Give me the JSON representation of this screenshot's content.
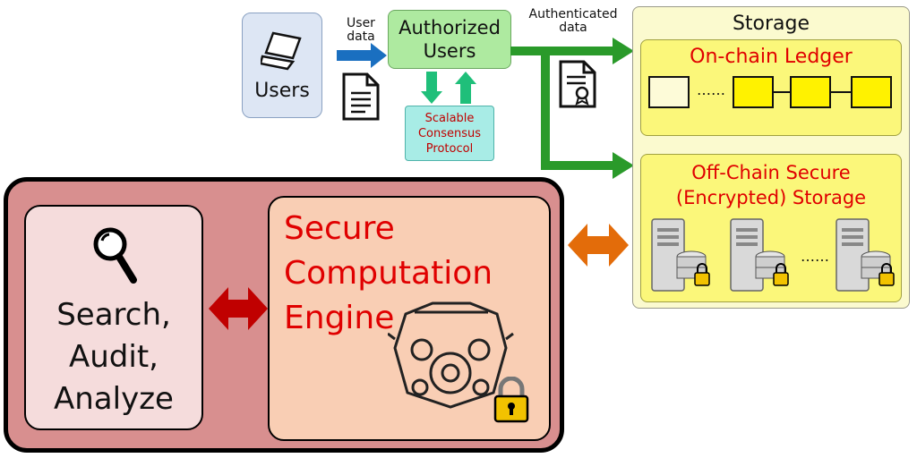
{
  "users": {
    "label": "Users"
  },
  "user_data_label": "User\ndata",
  "authorized_users": {
    "label_line1": "Authorized",
    "label_line2": "Users"
  },
  "consensus": {
    "line1": "Scalable",
    "line2": "Consensus",
    "line3": "Protocol"
  },
  "authenticated_data_label": "Authenticated\ndata",
  "storage": {
    "title": "Storage",
    "onchain_title": "On-chain Ledger",
    "chain_ellipsis": "……",
    "offchain_title_line1": "Off-Chain Secure",
    "offchain_title_line2": "(Encrypted) Storage",
    "server_ellipsis": "……"
  },
  "search_box": {
    "line1": "Search,",
    "line2": "Audit,",
    "line3": "Analyze"
  },
  "engine_box": {
    "line1": "Secure",
    "line2": "Computation",
    "line3": "Engine"
  },
  "colors": {
    "user_arrow": "#1a6fc0",
    "auth_flow": "#2a9a2a",
    "consensus_arrows": "#1fbf7a",
    "red_text": "#e00000",
    "search_engine_arrow": "#c00000",
    "storage_engine_arrow": "#e36c0a"
  },
  "icons": [
    "laptop-icon",
    "document-icon",
    "certificate-document-icon",
    "magnifier-icon",
    "engine-icon",
    "padlock-icon",
    "server-database-icon"
  ]
}
